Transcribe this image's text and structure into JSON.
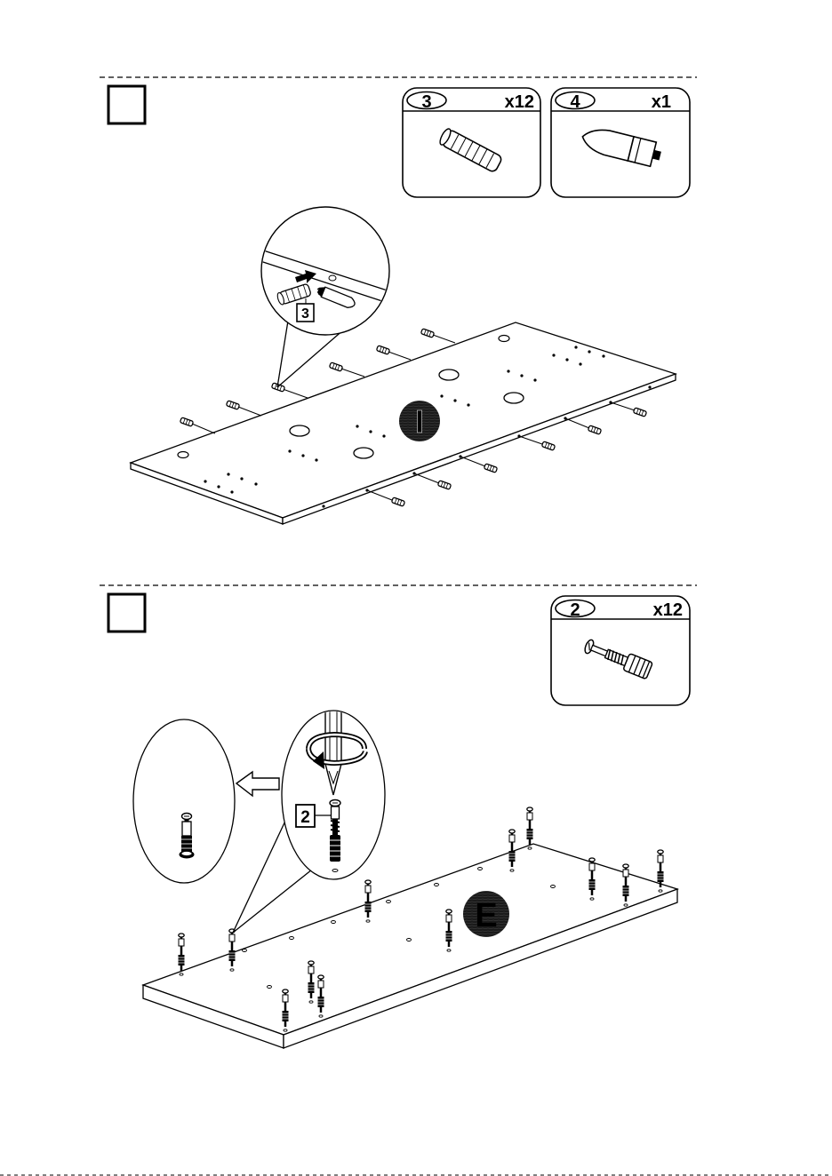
{
  "steps": [
    {
      "number": "",
      "parts": [
        {
          "id": "3",
          "qty": "x12",
          "kind": "wooden-dowel"
        },
        {
          "id": "4",
          "qty": "x1",
          "kind": "glue-bottle"
        }
      ],
      "callout_label": "3",
      "panel_label": "I"
    },
    {
      "number": "",
      "parts": [
        {
          "id": "2",
          "qty": "x12",
          "kind": "cam-bolt"
        }
      ],
      "callout_label": "2",
      "panel_label": "E"
    }
  ],
  "colors": {
    "ink": "#000000",
    "paper": "#ffffff",
    "badge": "#1a1a1a"
  },
  "icons": [
    "arrow-right-icon",
    "arrow-left-icon",
    "rotate-clockwise-icon",
    "screwdriver-icon"
  ]
}
